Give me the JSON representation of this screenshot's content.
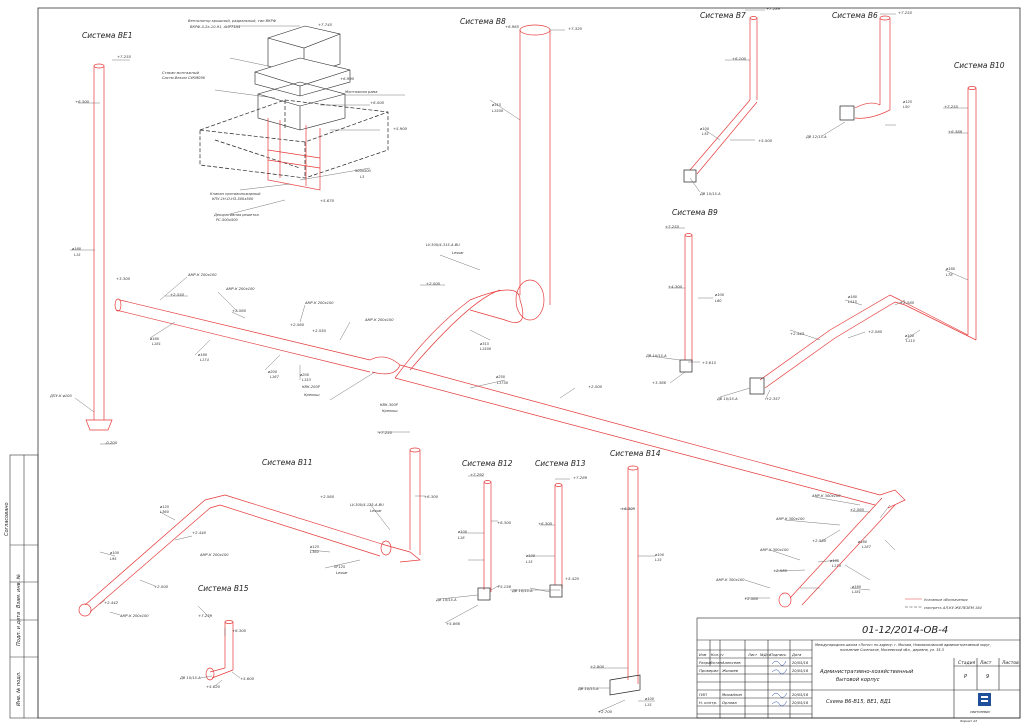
{
  "systems": [
    "Система ВЕ1",
    "Система В8",
    "Система В7",
    "Система В6",
    "Система В10",
    "Система В9",
    "Система В11",
    "Система В12",
    "Система В13",
    "Система В14",
    "Система В15"
  ],
  "annotations": {
    "fan_title": "Вентилятор крышный, радиальный, тип ВКРФ",
    "fan_model": "ВКРФ-5-2к-10-91, АИР71А4",
    "e_7745": "+7.745",
    "cup_title": "Стакан монтажный",
    "cup_model": "Систм-Веком СУКМ090",
    "e_6990": "+6.990",
    "mount_frame": "Монтажная рама",
    "e_6500a": "+6.500",
    "e_5900": "+5.900",
    "box_size": "500х500",
    "l_code": "L3",
    "valve_title": "Клапан противопожарный",
    "valve_model": "КПУ-1Н-О-НЗ-500х500",
    "e_5670": "+5.670",
    "grille_title": "Декоративная решетка",
    "grille_model": "РС-500х500",
    "e_7255_ve1": "+7.255",
    "e_6300_ve1": "+6.300",
    "d160_ve1": "ø160",
    "l15": "L15",
    "e_3300": "+3.300",
    "dpu": "ДПУ-К ø100",
    "e_m0200": "-0.200",
    "amp_k1": "АМР-К 200х100",
    "e_2550a": "+2.550",
    "amp_k2": "АМР-К 200х100",
    "e_2560a": "+2.560",
    "amp_k3": "АМР-К 200х100",
    "e_2560b": "+2.560",
    "amp_k4": "АМР-К 200х100",
    "e_2550b": "+2.550",
    "d160_a": "ø160",
    "l181": "L181",
    "d160_b": "ø160",
    "l174": "L174",
    "d200a": "ø200",
    "l167": "L167",
    "d200b": "ø200",
    "l153": "L153",
    "kv_200": "КВК-200Р",
    "krepish": "Крепыш",
    "kv_300": "КВК-300Р",
    "lv_v8": "LV-300/4-315-А-ВU",
    "lessar": "Lessar",
    "e_2500a": "+2.500",
    "d315a": "ø315",
    "l1500a": "L1500",
    "d250": "ø250",
    "l1750": "L1750",
    "e_2500b": "+2.500",
    "e_6965": "+6.965",
    "e_7320": "+7.320",
    "d315b": "ø315",
    "l1500b": "L1500",
    "e_7289": "+7.289",
    "e_6100": "+6.100",
    "d100a": "ø100",
    "l35": "L35",
    "e_5500": "+5.500",
    "dv_10_15": "ДВ 10/15-А",
    "e_7255": "+7.255",
    "d125": "ø125",
    "l50": "L50",
    "dv_12_15": "ДВ 12/15-А",
    "e_6388": "+6.388",
    "d160_c": "ø160",
    "l78": "L78",
    "d160_d": "ø160",
    "l115": "L115",
    "e_2580": "+2.580",
    "d100b": "ø100",
    "e_2443": "+2.443",
    "dv_10_15b": "ДВ 10/15-А",
    "e_2357": "+2.357",
    "e_4300": "+4.300",
    "d100c": "ø100",
    "l60": "L60",
    "dv_10_15a": "ДВ 10/15-А",
    "e_3615": "+3.615",
    "e_3366": "+3.366",
    "e_6300": "+6.300",
    "e_2560c": "+2.560",
    "lv_v11": "LV-300/4-125-А-ВU",
    "sf125": "SF125",
    "l360": "L360",
    "d125b": "ø125",
    "l360b": "L360",
    "e_2440": "+2.440",
    "amp_k5": "АМР-К 200х100",
    "d100d": "ø100",
    "l95": "L95",
    "e_2500c": "+2.500",
    "e_2442": "+2.442",
    "amp_k6": "АМР-К 200х100",
    "e_7239": "+7.239",
    "e_6300b": "+6.300",
    "dv_10_15c": "ДВ 10/15-А",
    "e_5620": "+5.620",
    "e_5600": "+5.600",
    "e_7292": "+7.292",
    "d100e": "ø100",
    "l18": "L18",
    "e_5156": "+5.156",
    "dv_10_15d": "ДВ 10/15-А",
    "e_5866": "+5.866",
    "e_7289b": "+7.289",
    "d100f": "ø100",
    "e_5420": "+5.420",
    "dv_10_15e": "ДВ 10/15-А",
    "e_6309": "+6.309",
    "d100g": "ø100",
    "e_2800": "+2.800",
    "dv_10_15f": "ДВ 10/15-А",
    "e_2700": "+2.700",
    "d100h": "ø100",
    "amp_k7": "АМР-К 300х100",
    "e_2560d": "+2.560",
    "amp_k8": "АМР-К 300х100",
    "e_2550c": "+2.550",
    "amp_k9": "АМР-К 300х100",
    "d160_e": "ø160",
    "e_2560e": "+2.560",
    "d160_f": "ø160",
    "amp_k10": "АМР-К 300х100",
    "e_2560f": "+2.560",
    "d160_g": "ø160",
    "l187": "L187"
  },
  "legend": [
    "Условные обозначения",
    "смотреть АЛ.КУ.ЖЕЛЕЗЕМ 184"
  ],
  "stamp_side": [
    "Согласовано",
    "Взам. инв. №",
    "Подп. и дата",
    "Инв. № подл."
  ],
  "title_block": {
    "code": "01-12/2014-ОВ-4",
    "project_line1": "Международная школа «Лотос» по адресу: г. Москва, Новомосковский административный округ,",
    "project_line2": "поселение Сосенское, Мосеевской обл., деревня, ул. 35-3",
    "project_line3": "",
    "building1": "Административно-хозяйственный",
    "building2": "бытовой корпус",
    "sheet_title": "Схема В6-В15, ВЕ1, ВД1",
    "stage_label": "Стадия",
    "sheet_label": "Лист",
    "sheets_label": "Листов",
    "stage": "Р",
    "sheet": "9",
    "company": "СВИТСЕРВИС",
    "format": "Формат А3",
    "cols": [
      "Изм",
      "Кол.уч",
      "Лист",
      "№Док",
      "Подпись",
      "Дата"
    ],
    "rows": [
      {
        "role": "Разработал",
        "name": "Алексеев",
        "date": "20/05/16"
      },
      {
        "role": "Проверил",
        "name": "Жилиев",
        "date": "20/05/16"
      },
      {
        "role": "ГИП",
        "name": "Михайлин",
        "date": "20/05/16"
      },
      {
        "role": "Н. контр.",
        "name": "Орлова",
        "date": "20/05/16"
      }
    ]
  }
}
